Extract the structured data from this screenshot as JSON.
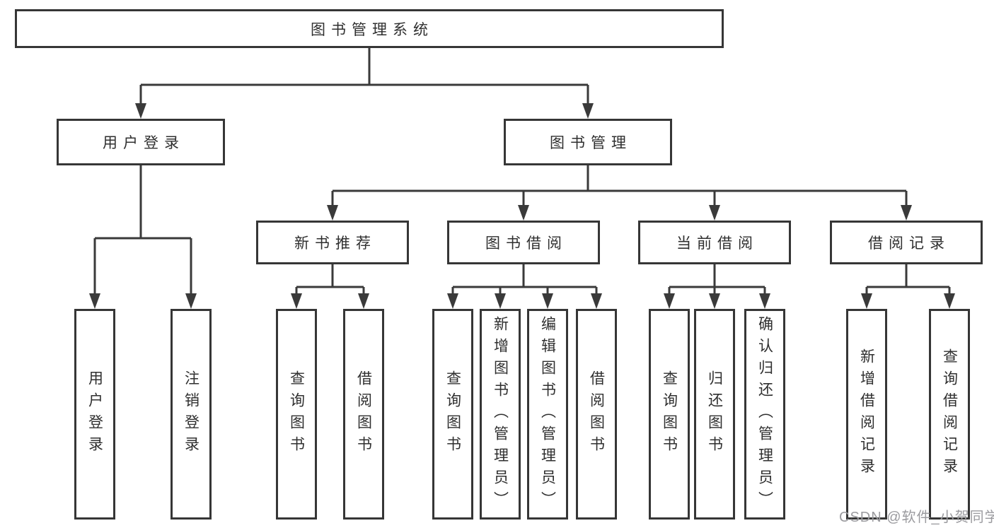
{
  "diagram": {
    "root": {
      "label": "图书管理系统",
      "children": [
        {
          "label": "用户登录",
          "children": [
            {
              "label": "用户登录"
            },
            {
              "label": "注销登录"
            }
          ]
        },
        {
          "label": "图书管理",
          "children": [
            {
              "label": "新书推荐",
              "children": [
                {
                  "label": "查询图书"
                },
                {
                  "label": "借阅图书"
                }
              ]
            },
            {
              "label": "图书借阅",
              "children": [
                {
                  "label": "查询图书"
                },
                {
                  "label": "新增图书（管理员）"
                },
                {
                  "label": "编辑图书（管理员）"
                },
                {
                  "label": "借阅图书"
                }
              ]
            },
            {
              "label": "当前借阅",
              "children": [
                {
                  "label": "查询图书"
                },
                {
                  "label": "归还图书"
                },
                {
                  "label": "确认归还（管理员）"
                }
              ]
            },
            {
              "label": "借阅记录",
              "children": [
                {
                  "label": "新增借阅记录"
                },
                {
                  "label": "查询借阅记录"
                }
              ]
            }
          ]
        }
      ]
    }
  },
  "watermark": {
    "text": "CSDN @软件_小贺同学"
  },
  "colors": {
    "line": "#3a3a3a",
    "box_border": "#363636",
    "text": "#2f2f2f",
    "watermark": "#9b9b9f",
    "background": "#ffffff"
  }
}
